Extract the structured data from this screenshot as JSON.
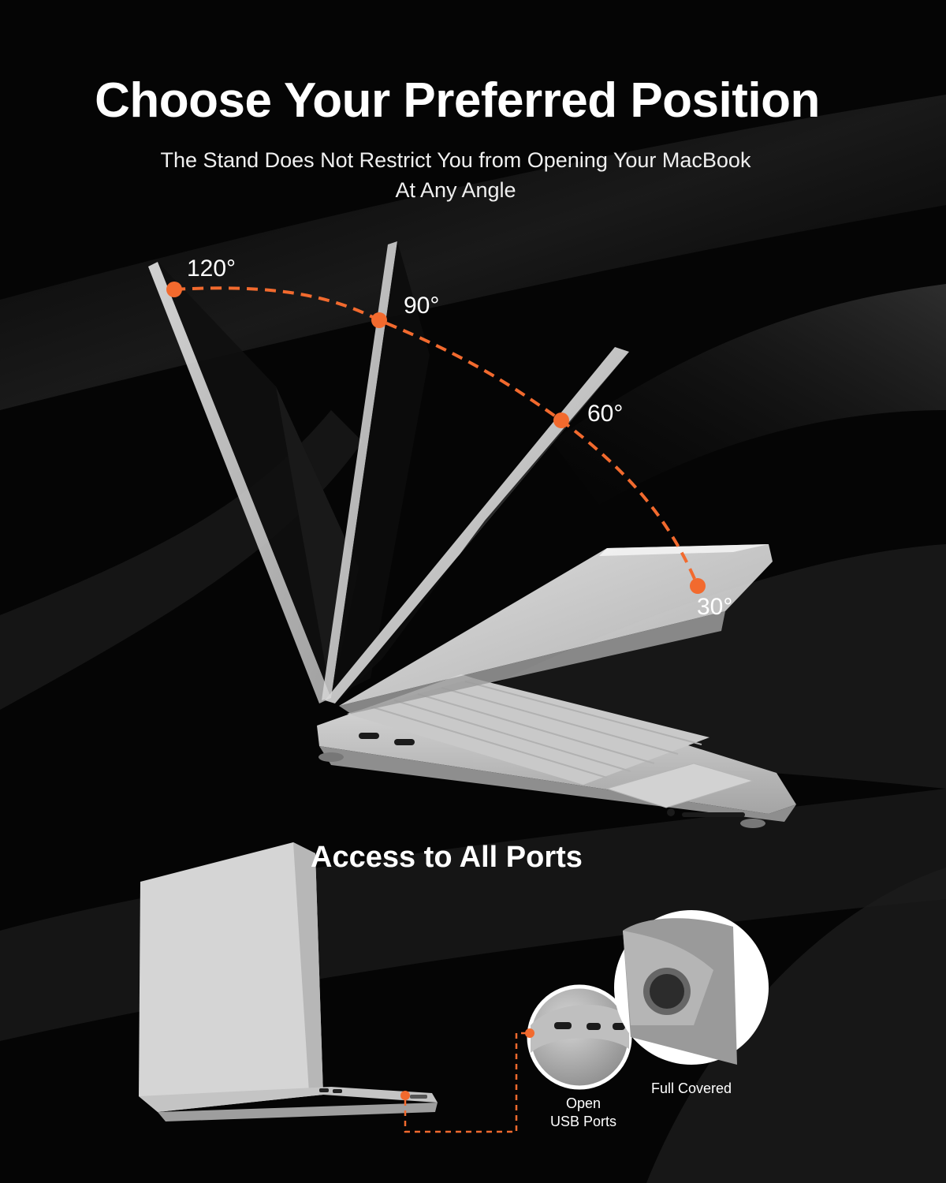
{
  "header": {
    "title": "Choose Your Preferred Position",
    "subtitle_line1": "The Stand Does Not Restrict You from Opening Your MacBook",
    "subtitle_line2": "At Any Angle"
  },
  "angles": {
    "a120": "120°",
    "a90": "90°",
    "a60": "60°",
    "a30": "30°"
  },
  "ports": {
    "title": "Access to All Ports",
    "open_line1": "Open",
    "open_line2": "USB Ports",
    "full_covered": "Full Covered"
  },
  "colors": {
    "background": "#050505",
    "accent": "#f26a2e",
    "case": "#d9d9d9"
  }
}
